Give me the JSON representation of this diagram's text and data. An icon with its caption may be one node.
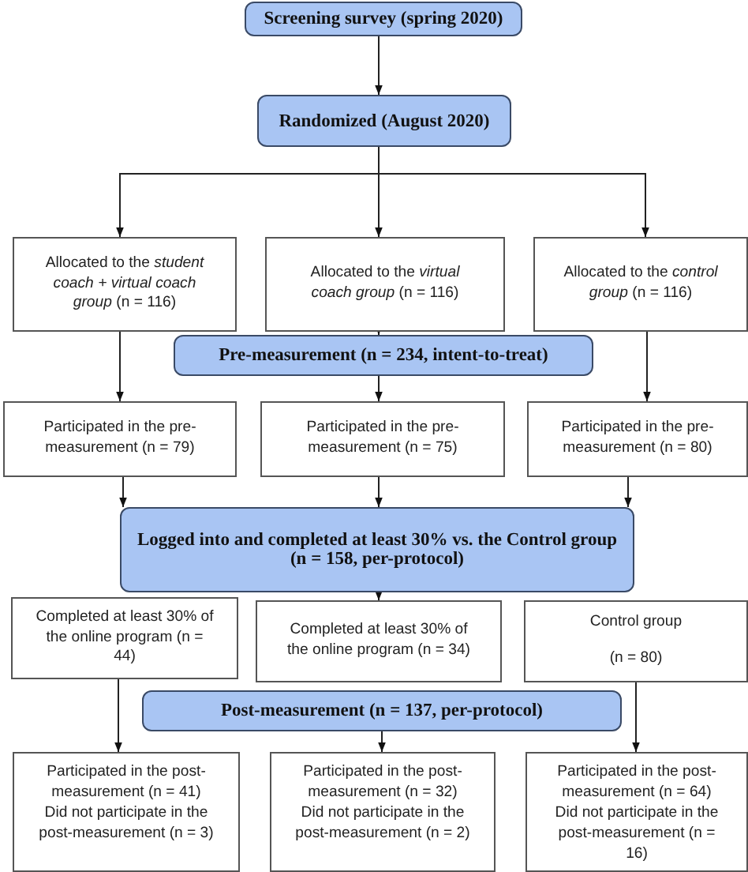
{
  "diagram": {
    "nodes": [
      {
        "text": [
          "Screening survey (spring 2020)"
        ]
      },
      {
        "text": [
          "Randomized (August 2020)"
        ]
      },
      {
        "text": [
          "Allocated to the *student coach + virtual coach group* (n = 116)"
        ]
      },
      {
        "text": [
          "Allocated to the *virtual coach group* (n = 116)"
        ]
      },
      {
        "text": [
          "Allocated to the *control group* (n = 116)"
        ]
      },
      {
        "text": [
          "Pre-measurement (n = 234, intent-to-treat)"
        ]
      },
      {
        "text": [
          "Participated in the pre-measurement (n = 79)"
        ]
      },
      {
        "text": [
          "Participated in the pre-measurement (n = 75)"
        ]
      },
      {
        "text": [
          "Participated in the pre-measurement (n = 80)"
        ]
      },
      {
        "text": [
          "Logged into and completed at least 30% vs. the Control group (n = 158, per-protocol)"
        ]
      },
      {
        "text": [
          "Completed at least 30% of the online program (n = 44)"
        ]
      },
      {
        "text": [
          "Completed at least 30% of the online program (n = 34)"
        ]
      },
      {
        "text": [
          "Control group",
          "(n = 80)"
        ]
      },
      {
        "text": [
          "Post-measurement (n = 137, per-protocol)"
        ]
      },
      {
        "text": [
          "Participated in the post-measurement (n = 41)",
          "Did not participate in the post-measurement (n = 3)"
        ]
      },
      {
        "text": [
          "Participated in the post-measurement (n = 32)",
          "Did not participate in the post-measurement (n = 2)"
        ]
      },
      {
        "text": [
          "Participated in the post-measurement (n = 64)",
          "Did not participate in the post-measurement (n = 16)"
        ]
      }
    ],
    "edges": [
      {
        "from": 0,
        "to": 1,
        "arrow": "to"
      },
      {
        "from": 1,
        "to": 2,
        "arrow": "to"
      },
      {
        "from": 1,
        "to": 3,
        "arrow": "to"
      },
      {
        "from": 1,
        "to": 4,
        "arrow": "to"
      },
      {
        "from": 2,
        "to": 6,
        "arrow": "to"
      },
      {
        "from": 3,
        "to": 5,
        "arrow": "to"
      },
      {
        "from": 4,
        "to": 8,
        "arrow": "to"
      },
      {
        "from": 5,
        "to": 7,
        "arrow": "to"
      },
      {
        "from": 6,
        "to": 9,
        "arrow": "to"
      },
      {
        "from": 7,
        "to": 9,
        "arrow": "to"
      },
      {
        "from": 8,
        "to": 9,
        "arrow": "to"
      },
      {
        "from": 9,
        "to": 11,
        "arrow": "to"
      },
      {
        "from": 10,
        "to": 14,
        "arrow": "to"
      },
      {
        "from": 13,
        "to": 15,
        "arrow": "to"
      },
      {
        "from": 12,
        "to": 16,
        "arrow": "to"
      }
    ]
  }
}
